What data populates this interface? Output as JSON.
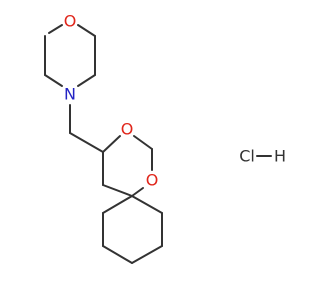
{
  "molecule": {
    "atom_labels": {
      "morpholine_o": "O",
      "morpholine_n": "N",
      "dioxane_o_upper": "O",
      "dioxane_o_lower": "O"
    },
    "salt_label": "HCl",
    "label_colors": {
      "oxygen": "#e0261b",
      "nitrogen": "#2323c4",
      "carbon_bond": "#333333"
    }
  }
}
